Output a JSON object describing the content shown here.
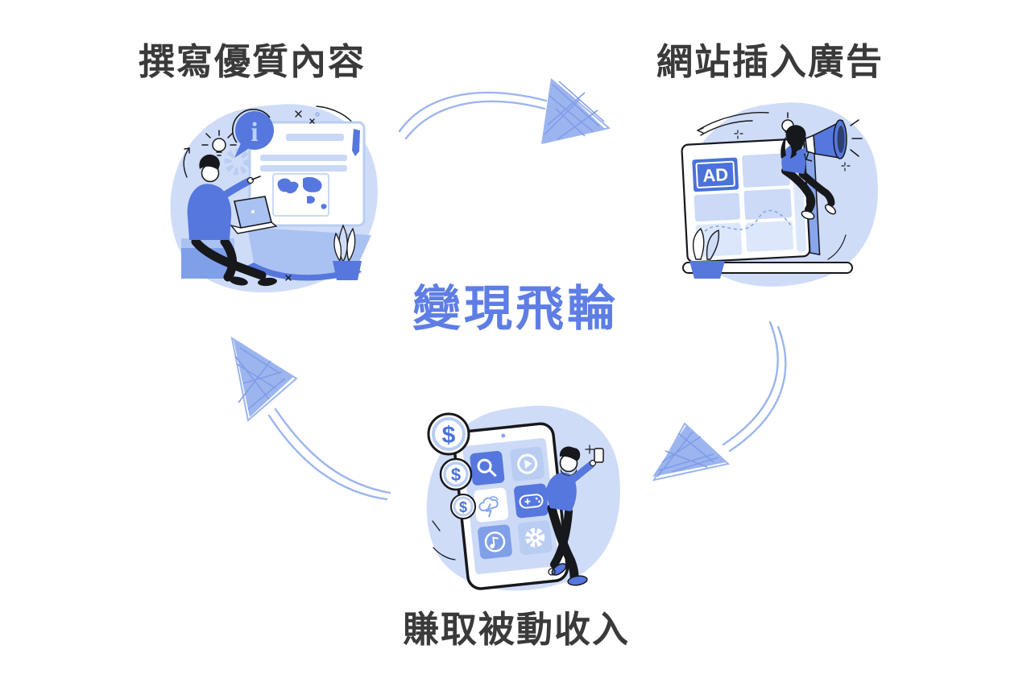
{
  "center_title": "變現飛輪",
  "steps": [
    {
      "id": "write-content",
      "label": "撰寫優質內容"
    },
    {
      "id": "insert-ads",
      "label": "網站插入廣告"
    },
    {
      "id": "earn-passive-income",
      "label": "賺取被動收入"
    }
  ],
  "illustrations": {
    "write_content": {
      "info_bubble_text": "i"
    },
    "insert_ads": {
      "ad_badge_text": "AD"
    },
    "earn_income": {
      "coin_symbol": "$"
    }
  },
  "colors": {
    "title_blue": "#5e7ee6",
    "label_dark": "#3a3a3a",
    "arrow_blue": "#9cb5ef",
    "primary_blue": "#5677dd",
    "ad_blue": "#4a72d8",
    "light_blue": "#c9d8f6",
    "blob_blue": "#cfdcf8",
    "ink": "#17181c"
  }
}
